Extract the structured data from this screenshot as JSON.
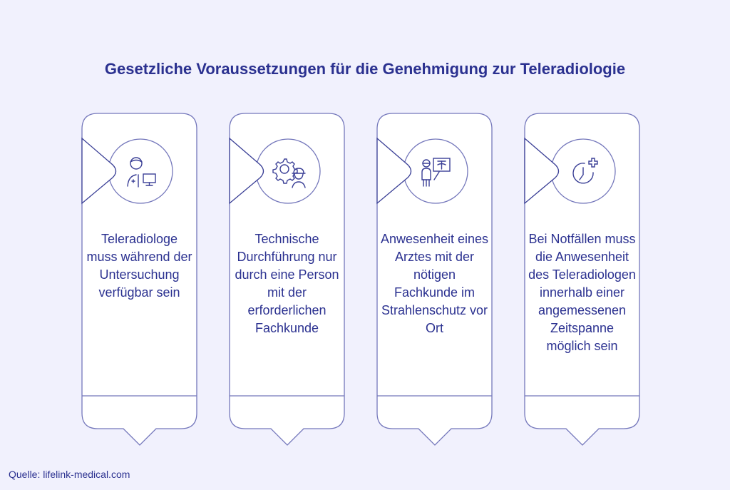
{
  "title": "Gesetzliche Voraussetzungen für die Genehmigung zur Teleradiologie",
  "cards": [
    {
      "icon": "doctor-monitor-icon",
      "text": "Teleradiologe muss während der Untersuchung verfügbar sein"
    },
    {
      "icon": "gear-technician-icon",
      "text": "Technische Durchführung nur durch eine Person mit der erforderlichen Fachkunde"
    },
    {
      "icon": "doctor-xray-icon",
      "text": "Anwesenheit eines Arztes mit der nötigen Fachkunde im Strahlenschutz vor Ort"
    },
    {
      "icon": "clock-plus-icon",
      "text": "Bei Notfällen muss die Anwesenheit des Teleradiologen innerhalb einer angemessenen Zeitspanne möglich sein"
    }
  ],
  "source": "Quelle: lifelink-medical.com",
  "colors": {
    "background": "#f1f1fd",
    "stroke": "#6a6db5",
    "text": "#2b3190"
  }
}
